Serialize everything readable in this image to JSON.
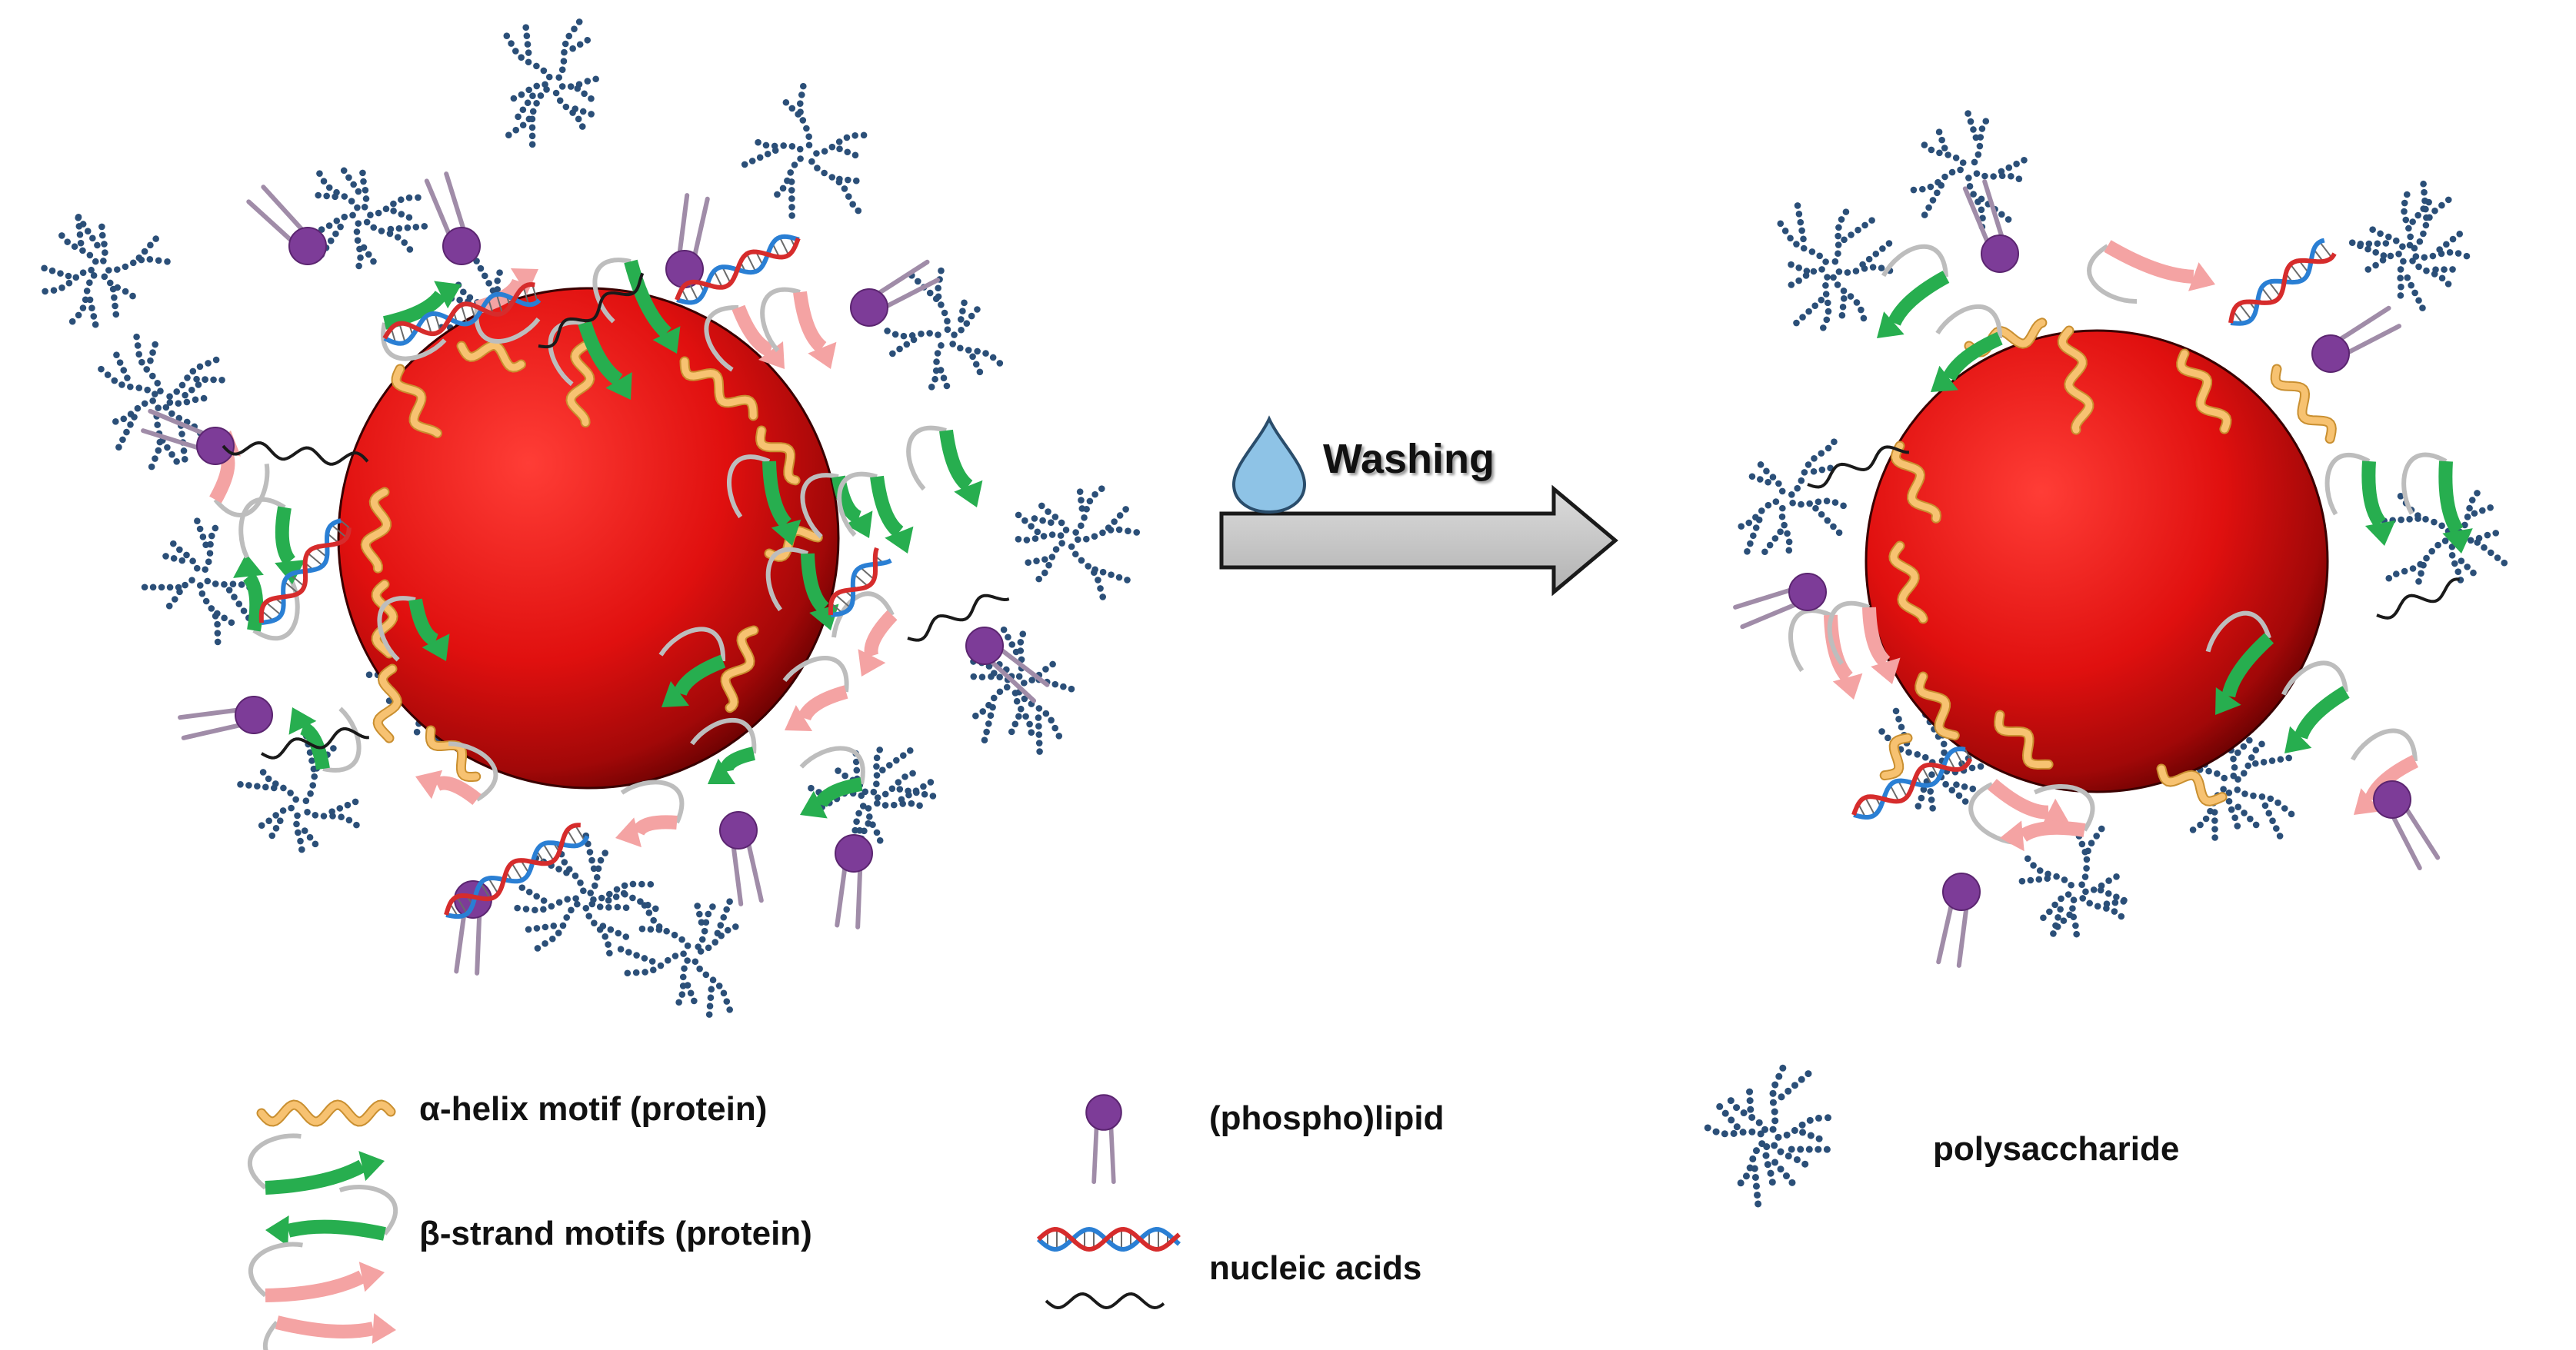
{
  "process": {
    "step_label": "Washing",
    "step_icon": "water-drop-icon",
    "arrow_icon": "right-arrow-icon"
  },
  "legend": {
    "alpha_helix": "α-helix motif (protein)",
    "beta_strand": "β-strand motifs (protein)",
    "lipid": "(phospho)lipid",
    "nucleic_acids": "nucleic acids",
    "polysaccharide": "polysaccharide"
  },
  "colors": {
    "particle": "#e0100f",
    "alpha_helix": "#f7c271",
    "beta_strand_green": "#27ae4f",
    "beta_strand_pink": "#f4a3a3",
    "lipid_head": "#7d3c98",
    "lipid_tail": "#a08ca8",
    "polysaccharide": "#2b4f78",
    "dna_blue": "#2a7fd4",
    "dna_red": "#d62c2c",
    "arrow_fill": "#c8c8c8",
    "drop_fill": "#8ec3e6"
  }
}
